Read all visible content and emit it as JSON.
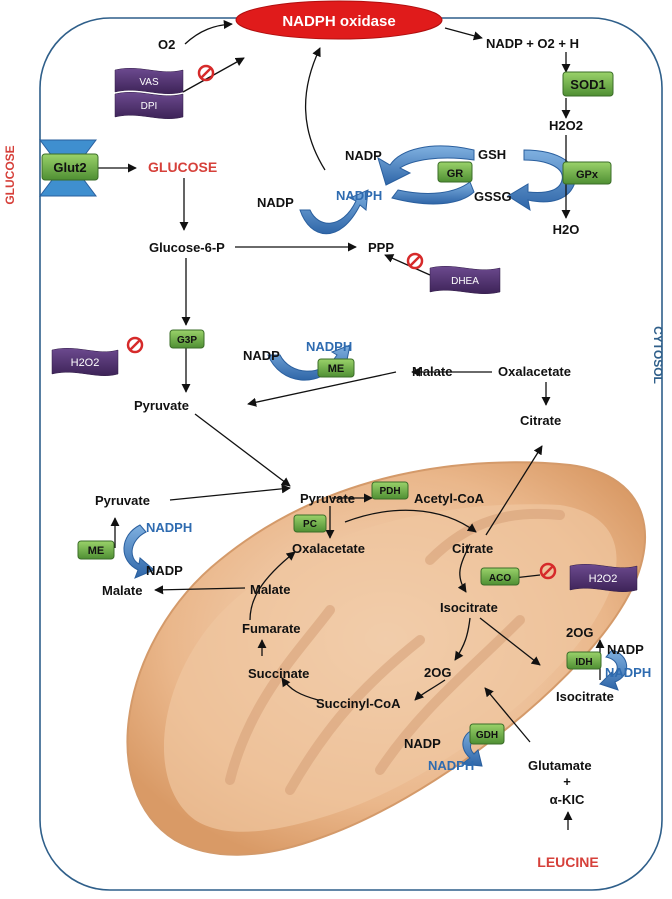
{
  "colors": {
    "enzyme_green": "#6aa84f",
    "inhibitor_purple": "#4b2b6b",
    "cofactor_blue": "#2e6bb0",
    "nadph_oxidase_red": "#e01b1b",
    "mito_orange": "#e9b689",
    "membrane_blue": "#2f5f8a",
    "label_red": "#d6403a"
  },
  "labels": {
    "nadph_oxidase": "NADPH oxidase",
    "o2": "O2",
    "nadp_o2_h": "NADP + O2 + H",
    "sod1": "SOD1",
    "h2o2_a": "H2O2",
    "gpx": "GPx",
    "h2o": "H2O",
    "gsh": "GSH",
    "gssg": "GSSG",
    "gr": "GR",
    "nadp_gr": "NADP",
    "nadph_gr": "NADPH",
    "vas": "VAS",
    "dpi": "DPI",
    "glucose_side": "GLUCOSE",
    "glut2": "Glut2",
    "glucose": "GLUCOSE",
    "cytosol": "CYTOSOL",
    "nadp_ppp": "NADP",
    "nadph_ppp": "NADPH",
    "g6p": "Glucose-6-P",
    "ppp": "PPP",
    "dhea": "DHEA",
    "h2o2_g3p": "H2O2",
    "g3p": "G3P",
    "pyruvate_c": "Pyruvate",
    "nadp_me1": "NADP",
    "nadph_me1": "NADPH",
    "me1": "ME",
    "malate_c": "Malate",
    "oxalacetate_c": "Oxalacetate",
    "citrate_c": "Citrate",
    "pyruvate_left": "Pyruvate",
    "nadph_me2": "NADPH",
    "me2": "ME",
    "nadp_me2": "NADP",
    "malate_left": "Malate",
    "pyruvate_m": "Pyruvate",
    "pdh": "PDH",
    "acetylcoa": "Acetyl-CoA",
    "pc": "PC",
    "oxalacetate_m": "Oxalacetate",
    "citrate_m": "Citrate",
    "aco": "ACO",
    "h2o2_aco": "H2O2",
    "malate_m": "Malate",
    "isocitrate_m": "Isocitrate",
    "fumarate": "Fumarate",
    "succinate": "Succinate",
    "twoog_m": "2OG",
    "succinylcoa": "Succinyl-CoA",
    "twoog_c": "2OG",
    "nadp_idh": "NADP",
    "idh": "IDH",
    "nadph_idh": "NADPH",
    "isocitrate_c": "Isocitrate",
    "gdh": "GDH",
    "nadp_gdh": "NADP",
    "nadph_gdh": "NADPH",
    "glutamate": "Glutamate",
    "plus": "+",
    "akic": "α-KIC",
    "leucine": "LEUCINE"
  }
}
